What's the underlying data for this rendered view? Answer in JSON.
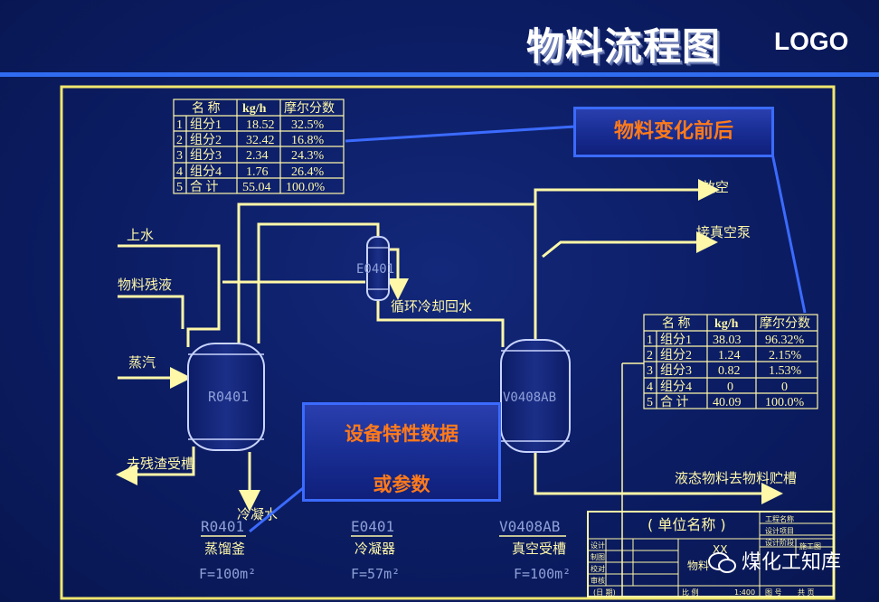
{
  "header": {
    "title": "物料流程图",
    "logo": "LOGO"
  },
  "callouts": {
    "before_after": "物料变化前后",
    "equipment_line1": "设备特性数据",
    "equipment_line2": "或参数"
  },
  "table_in": {
    "headers": [
      "名 称",
      "kg/h",
      "摩尔分数"
    ],
    "rows": [
      {
        "no": "1",
        "name": "组分1",
        "kgh": "18.52",
        "frac": "32.5%"
      },
      {
        "no": "2",
        "name": "组分2",
        "kgh": "32.42",
        "frac": "16.8%"
      },
      {
        "no": "3",
        "name": "组分3",
        "kgh": "2.34",
        "frac": "24.3%"
      },
      {
        "no": "4",
        "name": "组分4",
        "kgh": "1.76",
        "frac": "26.4%"
      },
      {
        "no": "5",
        "name": "合 计",
        "kgh": "55.04",
        "frac": "100.0%"
      }
    ]
  },
  "table_out": {
    "headers": [
      "名 称",
      "kg/h",
      "摩尔分数"
    ],
    "rows": [
      {
        "no": "1",
        "name": "组分1",
        "kgh": "38.03",
        "frac": "96.32%"
      },
      {
        "no": "2",
        "name": "组分2",
        "kgh": "1.24",
        "frac": "2.15%"
      },
      {
        "no": "3",
        "name": "组分3",
        "kgh": "0.82",
        "frac": "1.53%"
      },
      {
        "no": "4",
        "name": "组分4",
        "kgh": "0",
        "frac": "0"
      },
      {
        "no": "5",
        "name": "合 计",
        "kgh": "40.09",
        "frac": "100.0%"
      }
    ]
  },
  "streams": {
    "water_in": "上水",
    "residue": "物料残液",
    "steam": "蒸汽",
    "to_residue_tank": "去残渣受槽",
    "condensate": "冷凝水",
    "vent": "放空",
    "vacuum_pump": "接真空泵",
    "cooling_return": "循环冷却回水",
    "liquid_to_storage": "液态物料去物料贮槽"
  },
  "equipment": {
    "reactor": {
      "tag": "R0401",
      "name": "蒸馏釜",
      "spec": "F=100m²"
    },
    "condenser": {
      "tag": "E0401",
      "name": "冷凝器",
      "spec": "F=57m²"
    },
    "receiver": {
      "tag": "V0408AB",
      "name": "真空受槽",
      "spec": "F=100m²"
    }
  },
  "title_block": {
    "unit": "( 单位名称 )",
    "right_labels": [
      "工程名称",
      "设计项目",
      "设计阶段"
    ],
    "stage_value": "施工图",
    "left_labels": [
      "设计",
      "制图",
      "校对",
      "审核"
    ],
    "center_top": "XX",
    "center_bottom": "物料",
    "bottom_row": [
      "(日 期)",
      "比 例",
      "1:400",
      "图 号",
      "共 页"
    ]
  },
  "watermark": "煤化工知库",
  "colors": {
    "background": "#0b1c62",
    "lines": "#fff8a8",
    "frame": "#f0e66e",
    "accent": "#ff7a1a",
    "callout_border": "#3b6bff"
  }
}
